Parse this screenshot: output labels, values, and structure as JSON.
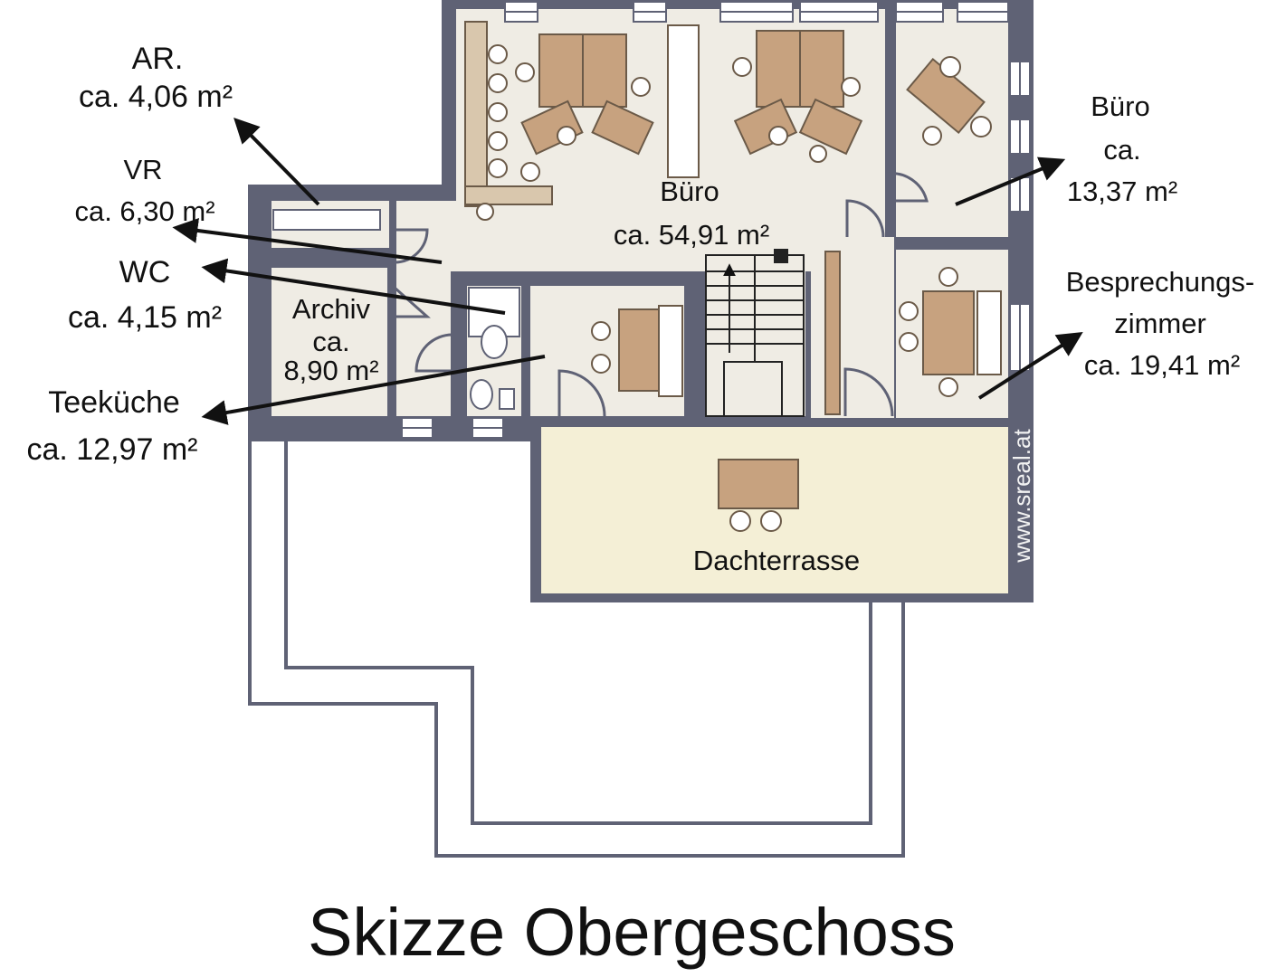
{
  "title": "Skizze Obergeschoss",
  "watermark": "www.sreal.at",
  "colors": {
    "wall": "#5f6275",
    "floor": "#efece4",
    "terrace": "#f4efd6",
    "furniture": "#c7a27f",
    "window": "#ffffff",
    "label": "#111111"
  },
  "rooms": {
    "ar": {
      "name": "AR.",
      "area": "ca. 4,06 m²"
    },
    "vr": {
      "name": "VR",
      "area": "ca. 6,30 m²"
    },
    "wc": {
      "name": "WC",
      "area": "ca. 4,15 m²"
    },
    "archiv": {
      "name": "Archiv",
      "ca": "ca.",
      "area": "8,90 m²"
    },
    "teekueche": {
      "name": "Teeküche",
      "area": "ca. 12,97 m²"
    },
    "buero_main": {
      "name": "Büro",
      "area": "ca. 54,91 m²"
    },
    "buero_small": {
      "name": "Büro",
      "ca": "ca.",
      "area": "13,37 m²"
    },
    "besprechung": {
      "name_1": "Besprechungs-",
      "name_2": "zimmer",
      "area": "ca. 19,41 m²"
    },
    "dachterrasse": {
      "name": "Dachterrasse"
    }
  }
}
